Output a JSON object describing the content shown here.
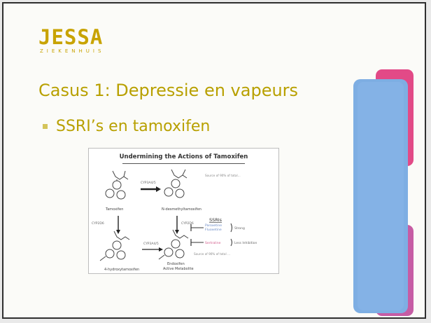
{
  "logo": {
    "main": "JESSA",
    "sub": "ZIEKENHUIS"
  },
  "slide": {
    "title": "Casus 1: Depressie en vapeurs",
    "bullet": "SSRI’s en tamoxifen"
  },
  "figure": {
    "title": "Undermining the Actions of Tamoxifen",
    "labels": {
      "tamoxifen": "Tamoxifen",
      "desmethyl": "N-desmethyltamoxifen",
      "hydroxy": "4-hydroxytamoxifen",
      "endoxifen": "Endoxifen",
      "active": "Active Metabolite",
      "ssris": "SSRIs",
      "paroxetine": "Paroxetine",
      "fluoxetine": "Fluoxetine",
      "sertraline": "Sertraline",
      "strong": "Strong",
      "less": "Less Inhibition",
      "enz1": "CYP3A4/5",
      "enz2": "CYP2D6",
      "enz3": "CYP2D6",
      "enz4": "CYP3A4/5",
      "note1": "Source of 90% of total...",
      "note2": "Source of 90% of total ..."
    }
  }
}
